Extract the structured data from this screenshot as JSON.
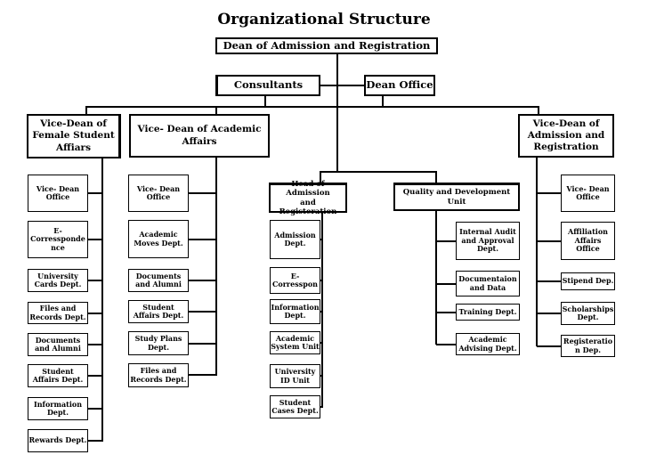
{
  "title": "Organizational Structure",
  "root": "Dean of Admission and Registration",
  "staff": {
    "consultants": "Consultants",
    "dean_office": "Dean Office"
  },
  "branches": {
    "female": {
      "header": "Vice-Dean of Female Student Affiars",
      "children": [
        "Vice- Dean Office",
        "E-Corresspondence",
        "University Cards Dept.",
        "Files and Records Dept.",
        "Documents and Alumni",
        "Student Affairs Dept.",
        "Information Dept.",
        "Rewards Dept."
      ]
    },
    "academic": {
      "header": "Vice- Dean of Academic Affairs",
      "children": [
        "Vice- Dean Office",
        "Academic Moves Dept.",
        "Documents and Alumni",
        "Student Affairs Dept.",
        "Study Plans Dept.",
        "Files and Records Dept."
      ]
    },
    "head_admission": {
      "header": "Head of Admission and Registeration",
      "children": [
        "Admission Dept.",
        "E-Corresspon",
        "Information Dept.",
        "Academic System Unit",
        "University ID Unit",
        "Student Cases Dept."
      ]
    },
    "quality": {
      "header": "Quality and Development Unit",
      "children": [
        "Internal Audit and Approval Dept.",
        "Documentaion and Data",
        "Training Dept.",
        "Academic Advising Dept."
      ]
    },
    "admission_reg": {
      "header": "Vice-Dean of Admission and Registration",
      "children": [
        "Vice- Dean Office",
        "Affiliation Affairs Office",
        "Stipend Dep.",
        "Scholarships Dept.",
        "Registeration Dep."
      ]
    }
  }
}
